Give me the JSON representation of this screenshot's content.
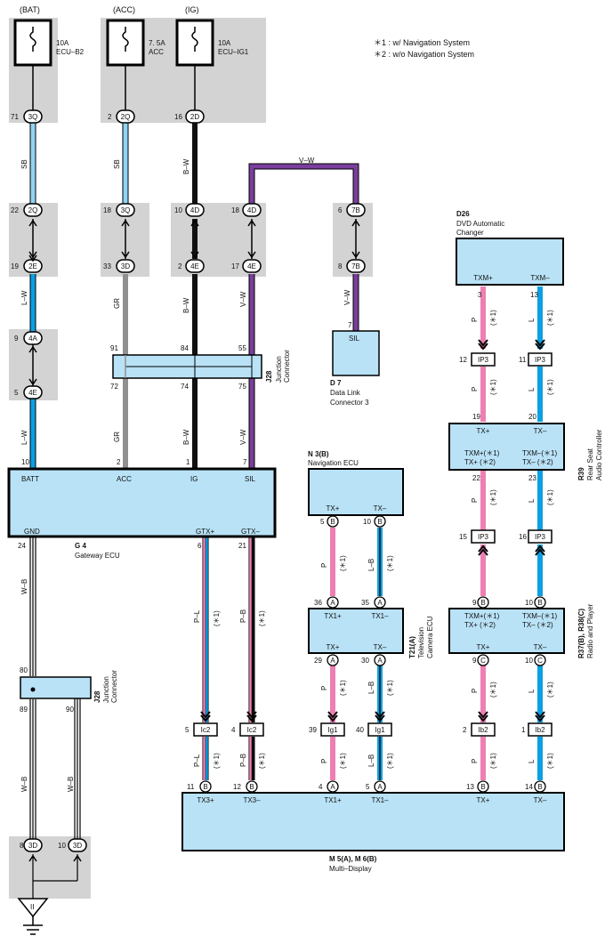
{
  "notes": [
    "＊1 : w/ Navigation System",
    "＊2 : w/o Navigation System"
  ],
  "sources": {
    "bat": "(BAT)",
    "acc": "(ACC)",
    "ig": "(IG)"
  },
  "fuses": {
    "b2": {
      "amp": "10A",
      "name": "ECU–B2"
    },
    "acc": {
      "amp": "7. 5A",
      "name": "ACC"
    },
    "ig1": {
      "amp": "10A",
      "name": "ECU–IG1"
    }
  },
  "wires": {
    "sb": "SB",
    "bw": "B–W",
    "vw": "V–W",
    "lw": "L–W",
    "gr": "GR",
    "p": "P",
    "l": "L",
    "lb": "L–B",
    "pl": "P–L",
    "pb": "P–B",
    "wb": "W–B"
  },
  "conn": {
    "c3q": "3Q",
    "c2q": "2Q",
    "c2d": "2D",
    "c3q2": "3Q",
    "c4d": "4D",
    "c7b": "7B",
    "c2e": "2E",
    "c3d": "3D",
    "c4e": "4E",
    "c4a": "4A",
    "c3d2": "3D",
    "ip3": "IP3",
    "ic2": "Ic2",
    "ig1": "Ig1",
    "ib2": "Ib2",
    "a": "A",
    "b": "B",
    "c": "C"
  },
  "pins": {
    "p71": "71",
    "p2": "2",
    "p16": "16",
    "p22": "22",
    "p18": "18",
    "p10": "10",
    "p6": "6",
    "p19": "19",
    "p33": "33",
    "p17": "17",
    "p8": "8",
    "p9": "9",
    "p5": "5",
    "p91": "91",
    "p84": "84",
    "p55": "55",
    "p72": "72",
    "p74": "74",
    "p75": "75",
    "p7": "7",
    "p1": "1",
    "p24": "24",
    "p21": "21",
    "p80": "80",
    "p89": "89",
    "p90": "90",
    "p3": "3",
    "p13": "13",
    "p12": "12",
    "p11": "11",
    "p20": "20",
    "p23": "23",
    "p15": "15",
    "p36": "36",
    "p35": "35",
    "p29": "29",
    "p30": "30",
    "p39": "39",
    "p40": "40",
    "p4": "4",
    "p14": "14",
    "p12b": "12",
    "p11b": "11",
    "p5b": "5",
    "p4b": "4",
    "p10b": "10",
    "p8b": "8",
    "p2b": "2",
    "p9b": "9",
    "p22b": "22",
    "p16b": "16",
    "p1b": "1",
    "p13b": "13",
    "p14b": "14",
    "p5c": "5",
    "p10c": "10",
    "p4c": "4",
    "p5d": "5",
    "p19b": "19",
    "p9c": "9",
    "p10d": "10",
    "p8c": "8",
    "p7b": "7"
  },
  "ecus": {
    "j28": {
      "id": "J28",
      "name": "Junction Connector"
    },
    "d7": {
      "id": "D 7",
      "name": "Data Link Connector 3"
    },
    "d26": {
      "id": "D26",
      "name": "DVD Automatic Changer"
    },
    "r39": {
      "id": "R39",
      "name": "Rear Seat Audio Controller"
    },
    "n3": {
      "id": "N 3(B)",
      "name": "Navigation ECU"
    },
    "t21": {
      "id": "T21(A)",
      "name": "Television Camera ECU"
    },
    "g4": {
      "id": "G 4",
      "name": "Gateway ECU"
    },
    "r37": {
      "id": "R37(B), R38(C)",
      "name": "Radio and Player"
    },
    "m5": {
      "id": "M 5(A), M 6(B)",
      "name": "Multi–Display"
    }
  },
  "terminals": {
    "batt": "BATT",
    "acc": "ACC",
    "ig": "IG",
    "sil": "SIL",
    "gnd": "GND",
    "gtxp": "GTX+",
    "gtxm": "GTX–",
    "txmp": "TXM+",
    "txmm": "TXM–",
    "txp": "TX+",
    "txm": "TX–",
    "txmp1": "TXM+(＊1)",
    "txmm1": "TXM–(＊1)",
    "txp2": "TX+ (＊2)",
    "txm2": "TX– (＊2)",
    "tx1p": "TX1+",
    "tx1m": "TX1–",
    "tx3p": "TX3+",
    "tx3m": "TX3–"
  },
  "star1": "(＊1)",
  "colors": {
    "sb": "#8fd3f5",
    "l": "#0aa0e2",
    "p": "#ee7fb2",
    "v": "#7a3e9d",
    "gr": "#909090",
    "bw": "#111111",
    "box": "#b9e2f6",
    "splice": "#d3d3d3"
  }
}
